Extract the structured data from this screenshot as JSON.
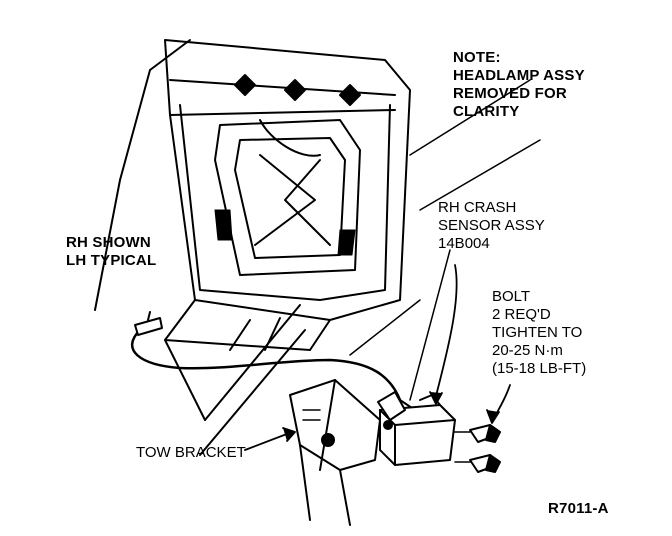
{
  "note": {
    "lines": [
      "NOTE:",
      "HEADLAMP ASSY",
      "REMOVED FOR",
      "CLARITY"
    ]
  },
  "side_note": {
    "lines": [
      "RH SHOWN",
      "LH TYPICAL"
    ]
  },
  "sensor_label": {
    "lines": [
      "RH CRASH",
      "SENSOR ASSY",
      "14B004"
    ]
  },
  "bolt_label": {
    "lines": [
      "BOLT",
      "2 REQ'D",
      "TIGHTEN TO",
      "20-25 N·m",
      "(15-18 LB-FT)"
    ]
  },
  "bracket_label": "TOW BRACKET",
  "figure_code": "R7011-A"
}
